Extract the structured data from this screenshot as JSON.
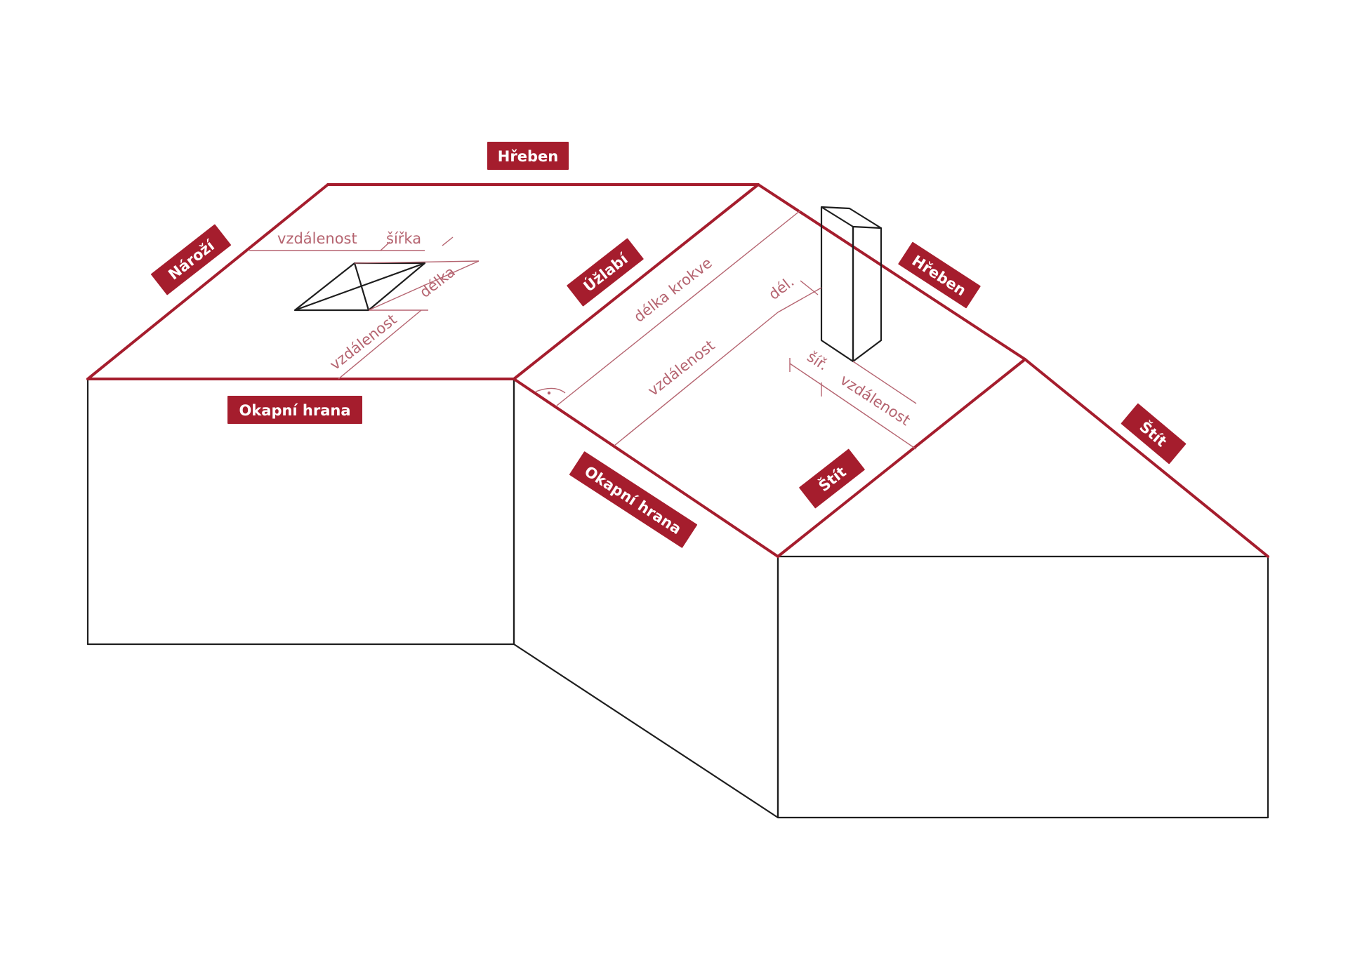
{
  "labels": {
    "ridge_top": "Hřeben",
    "ridge_right": "Hřeben",
    "hip": "Nároží",
    "valley": "Úžlabí",
    "eave_left": "Okapní hrana",
    "eave_middle": "Okapní hrana",
    "gable_middle": "Štít",
    "gable_right": "Štít"
  },
  "dimensions": {
    "window_distance_top": "vzdálenost",
    "window_width": "šířka",
    "window_length": "délka",
    "window_distance_bottom": "vzdálenost",
    "rafter_length": "délka krokve",
    "chimney_distance_eave": "vzdálenost",
    "chimney_length": "dél.",
    "chimney_width": "šíř.",
    "chimney_distance_gable": "vzdálenost"
  },
  "colors": {
    "accent": "#a51d2d",
    "dimension": "#b56470",
    "outline": "#1e1e1e"
  }
}
